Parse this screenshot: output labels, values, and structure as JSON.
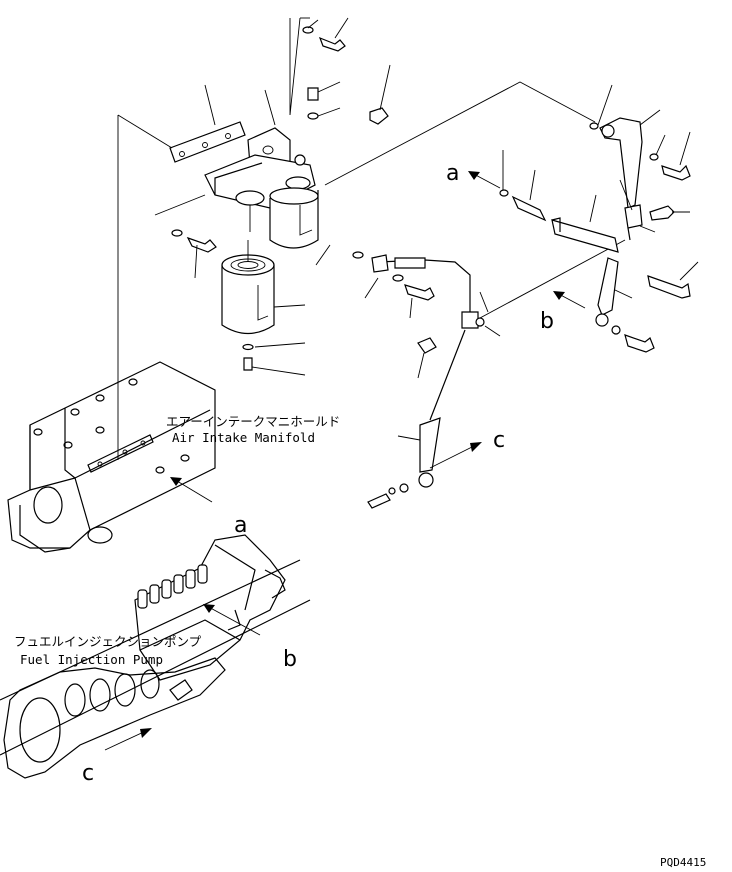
{
  "labels": {
    "air_intake_jp": "エアーインテークマニホールド",
    "air_intake_en": "Air Intake Manifold",
    "fuel_pump_jp": "フュエルインジェクションポンプ",
    "fuel_pump_en": "Fuel Injection Pump",
    "drawing_code": "PQD4415"
  },
  "connection_markers": {
    "a": "a",
    "b": "b",
    "c": "c"
  }
}
